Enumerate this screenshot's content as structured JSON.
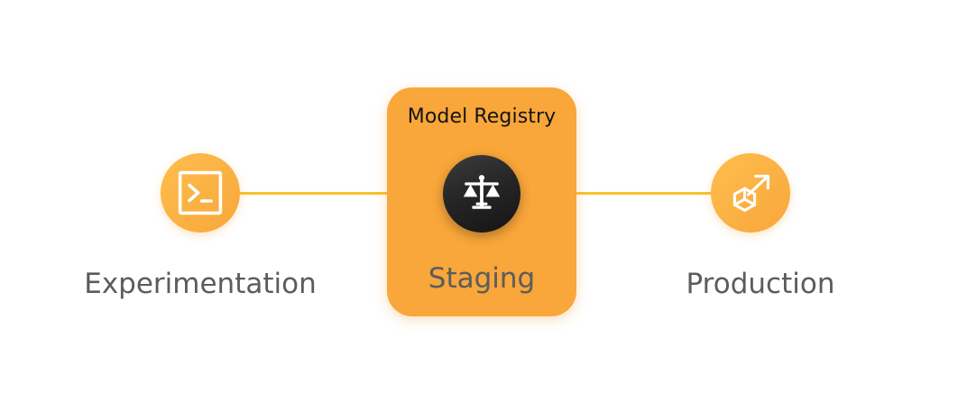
{
  "background_color": "#ffffff",
  "theme": {
    "accent_orange": "#F9A63A",
    "accent_orange_light": "#FDBE4E",
    "connector_yellow": "#FBC02D",
    "dark_circle": "#1a1a1a",
    "label_gray": "#5c5c5c",
    "title_black": "#141414"
  },
  "diagram": {
    "type": "pipeline-flow",
    "stages": [
      {
        "id": "experimentation",
        "label": "Experimentation",
        "icon": "terminal-icon",
        "icon_description": "square outline containing a greater-than prompt and underscore"
      },
      {
        "id": "staging",
        "label": "Staging",
        "title": "Model Registry",
        "icon": "balance-scales-icon",
        "icon_description": "balance scales with two pans on a beam",
        "highlighted": true
      },
      {
        "id": "production",
        "label": "Production",
        "icon": "cube-arrow-icon",
        "icon_description": "3D cube with arrow pointing up and to the right"
      }
    ],
    "connectors": [
      {
        "id": "experimentation-to-staging",
        "from": "experimentation",
        "to": "staging"
      },
      {
        "id": "staging-to-production",
        "from": "staging",
        "to": "production"
      }
    ]
  }
}
